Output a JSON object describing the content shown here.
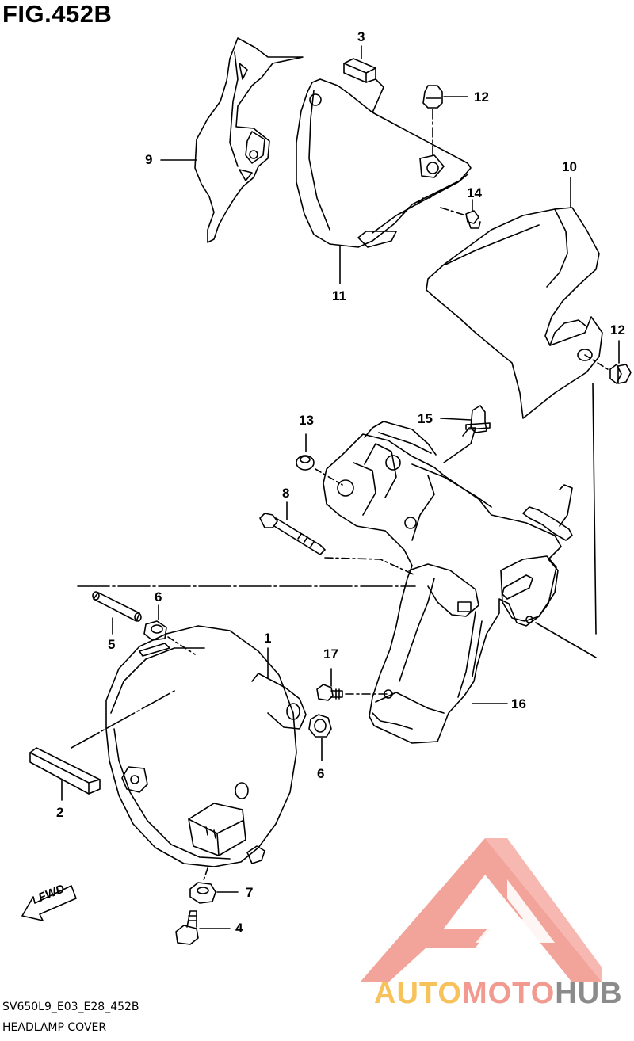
{
  "figure": {
    "title": "FIG.452B",
    "code": "SV650L9_E03_E28_452B",
    "caption": "HEADLAMP COVER"
  },
  "fwd_label": "FWD",
  "watermark": {
    "word_1": "AUTO",
    "word_2": "MOTO",
    "word_3": "HUB",
    "colors": {
      "auto": "#f7c25a",
      "moto": "#f29a8f",
      "hub": "#8b8b8b",
      "logo": "#f29a8f"
    }
  },
  "callouts": {
    "c1": "1",
    "c2": "2",
    "c3": "3",
    "c4": "4",
    "c5": "5",
    "c6a": "6",
    "c6b": "6",
    "c7": "7",
    "c8": "8",
    "c9": "9",
    "c10": "10",
    "c11": "11",
    "c12a": "12",
    "c12b": "12",
    "c13": "13",
    "c14": "14",
    "c15": "15",
    "c16": "16",
    "c17": "17"
  }
}
